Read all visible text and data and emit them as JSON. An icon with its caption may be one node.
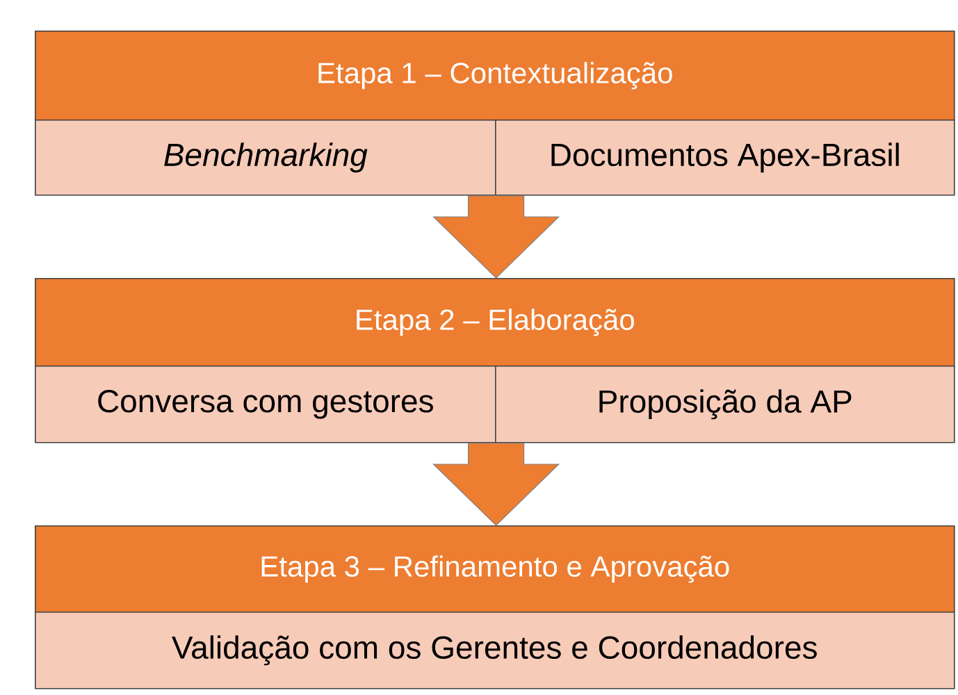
{
  "diagram": {
    "nodes": [
      {
        "text": [
          "Etapa 1 – Contextualização"
        ]
      },
      {
        "text": [
          "Benchmarking"
        ]
      },
      {
        "text": [
          "Documentos Apex-Brasil"
        ]
      },
      {
        "text": [
          "Etapa 2 –  Elaboração"
        ]
      },
      {
        "text": [
          "Conversa com gestores"
        ]
      },
      {
        "text": [
          "Proposição da AP"
        ]
      },
      {
        "text": [
          "Etapa 3 – Refinamento e Aprovação"
        ]
      },
      {
        "text": [
          "Validação com os Gerentes e Coordenadores"
        ]
      }
    ],
    "edges": [
      {
        "from": 1,
        "to": 3,
        "arrow": "to"
      },
      {
        "from": 4,
        "to": 6,
        "arrow": "to"
      }
    ]
  }
}
